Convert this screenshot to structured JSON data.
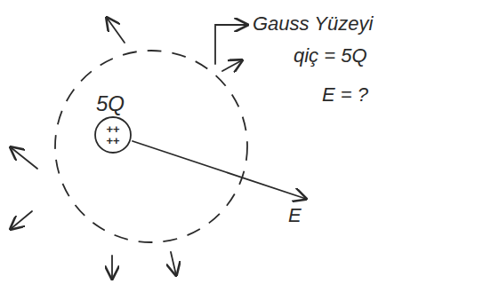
{
  "diagram": {
    "nodes": [
      {
        "text": [
          "5Q"
        ]
      },
      {
        "text": [
          "++ ++"
        ],
        "in": 0
      }
    ],
    "labels": [
      "Gauss Yüzeyi",
      "qiç = 5Q",
      "E = ?",
      "E"
    ]
  }
}
